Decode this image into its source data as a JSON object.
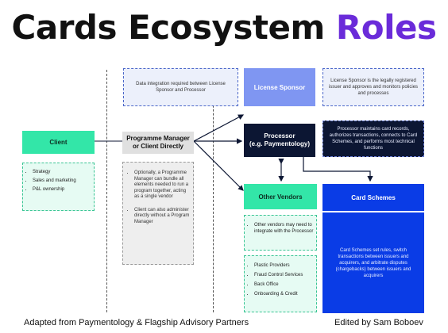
{
  "title": {
    "part1": "Cards Ecosystem ",
    "part2": "Roles"
  },
  "client": {
    "header": "Client",
    "items": [
      "Strategy",
      "Sales and marketing",
      "P&L ownership"
    ]
  },
  "programme_manager": {
    "header_line1": "Programme Manager",
    "header_line2": "or Client Directly",
    "notes": [
      "Optionally, a Programme Manager can bundle all elements needed to run a program together, acting as a single vendor",
      "Client can also administer directly without a Program Manager"
    ]
  },
  "data_integration_note": "Data integration required between License Sponsor  and Processor",
  "license_sponsor": {
    "header": "License Sponsor",
    "note": "License Sponsor is the legally registered issuer and approves and monitors policies and processes"
  },
  "processor": {
    "header_line1": "Processor",
    "header_line2": "(e.g. Paymentology)",
    "note": "Processor maintains card records, authorizes transactions, connects to Card Schemes, and performs most technical functions"
  },
  "other_vendors": {
    "header": "Other Vendors",
    "note": "Other vendors may need to integrate with the Processor",
    "items": [
      "Plastic Providers",
      "Fraud Control Services",
      "Back Office",
      "Onboarding & Credit"
    ]
  },
  "card_schemes": {
    "header": "Card Schemes",
    "note": "Card Schemes set rules, switch transactions between issuers and acquirers, and arbitrate disputes (chargebacks) between issuers and acquirers"
  },
  "footer": {
    "left": "Adapted from Paymentology & Flagship Advisory Partners",
    "right": "Edited by Sam Boboev"
  },
  "colors": {
    "title_accent": "#6a2bd9",
    "mint": "#33e6a8",
    "navy": "#0c1633",
    "royal_blue": "#0a3ce6",
    "periwinkle": "#7f96f2"
  }
}
